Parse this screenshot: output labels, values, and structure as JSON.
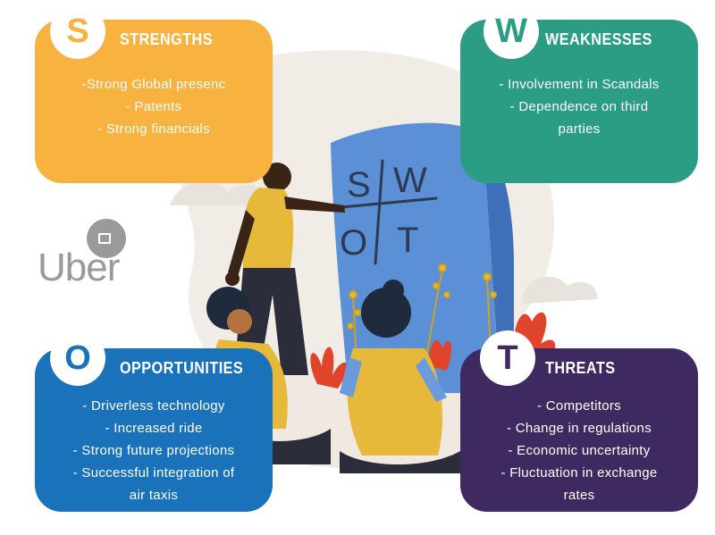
{
  "logo": {
    "text": "Uber"
  },
  "strengths": {
    "letter": "S",
    "title": "STRENGTHS",
    "items": [
      "-Strong Global presenc",
      "- Patents",
      "- Strong financials"
    ]
  },
  "weaknesses": {
    "letter": "W",
    "title": "WEAKNESSES",
    "items": [
      "- Involvement in Scandals",
      "- Dependence on third",
      "parties"
    ]
  },
  "opportunities": {
    "letter": "O",
    "title": "OPPORTUNITIES",
    "items": [
      "- Driverless technology",
      "- Increased ride",
      "- Strong future projections",
      "- Successful integration of",
      "air taxis"
    ]
  },
  "threats": {
    "letter": "T",
    "title": "THREATS",
    "items": [
      "- Competitors",
      "- Change in regulations",
      "- Economic uncertainty",
      "- Fluctuation in exchange",
      "rates"
    ]
  },
  "stone": {
    "letters": [
      "S",
      "W",
      "O",
      "T"
    ]
  },
  "colors": {
    "strengths": "#f8b23f",
    "weaknesses": "#2a9d84",
    "opportunities": "#1a73ba",
    "threats": "#3e2a60"
  }
}
